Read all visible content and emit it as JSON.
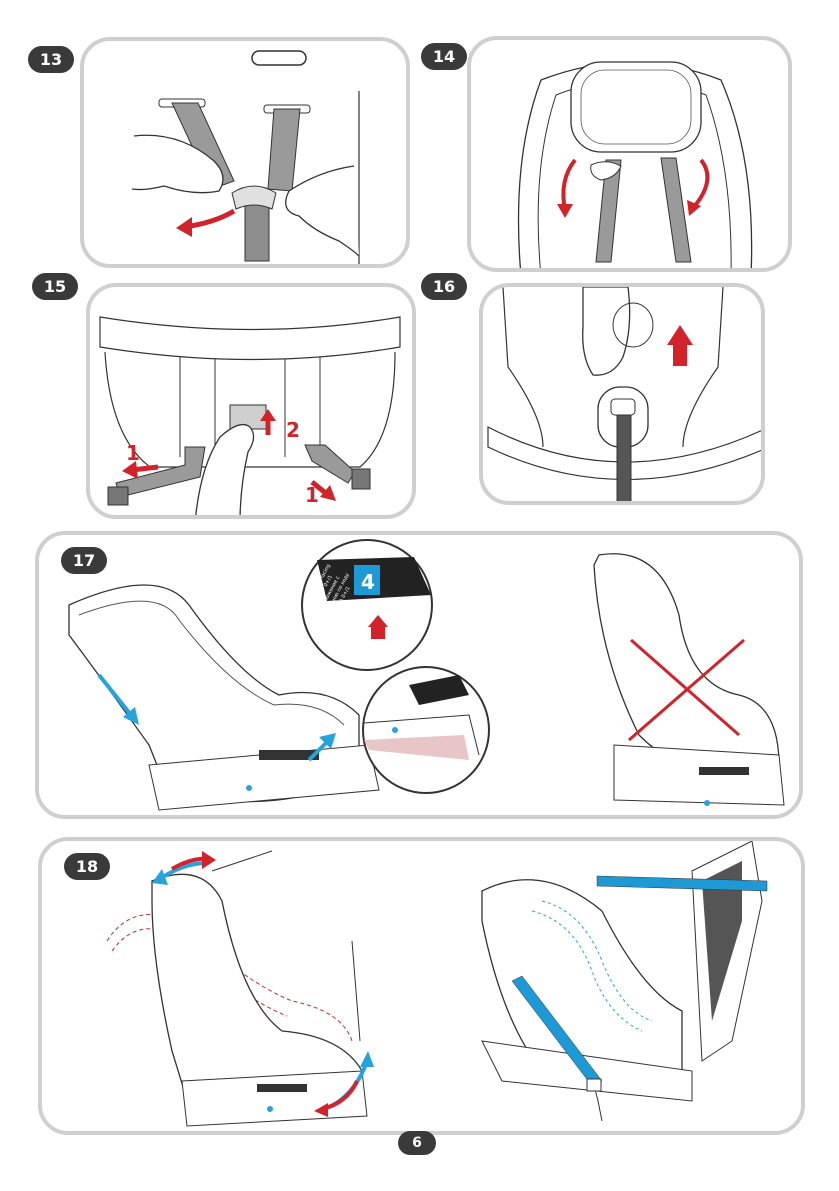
{
  "steps": {
    "s13": "13",
    "s14": "14",
    "s15": "15",
    "s16": "16",
    "s17": "17",
    "s18": "18"
  },
  "step15_marks": {
    "left_arrow_num": "1",
    "right_arrow_num": "1",
    "up_arrow_num": "2"
  },
  "step17_label": {
    "group_number": "4",
    "text_lines": [
      "Rearward facing",
      "GROUP 0+/1",
      "Положение с",
      "спиною по ходу",
      "ГРУПА 0+/1"
    ]
  },
  "page_number": "6",
  "colors": {
    "red_arrow": "#d2232a",
    "blue_arrow": "#27a3dc",
    "badge": "#3a3a3a",
    "panel_border": "#cfcfcf",
    "belt_blue": "#1d9ad6"
  },
  "icons": {
    "red_arrow": "red-arrow-icon",
    "blue_arrow": "blue-arrow-icon",
    "cross": "red-cross-icon"
  }
}
